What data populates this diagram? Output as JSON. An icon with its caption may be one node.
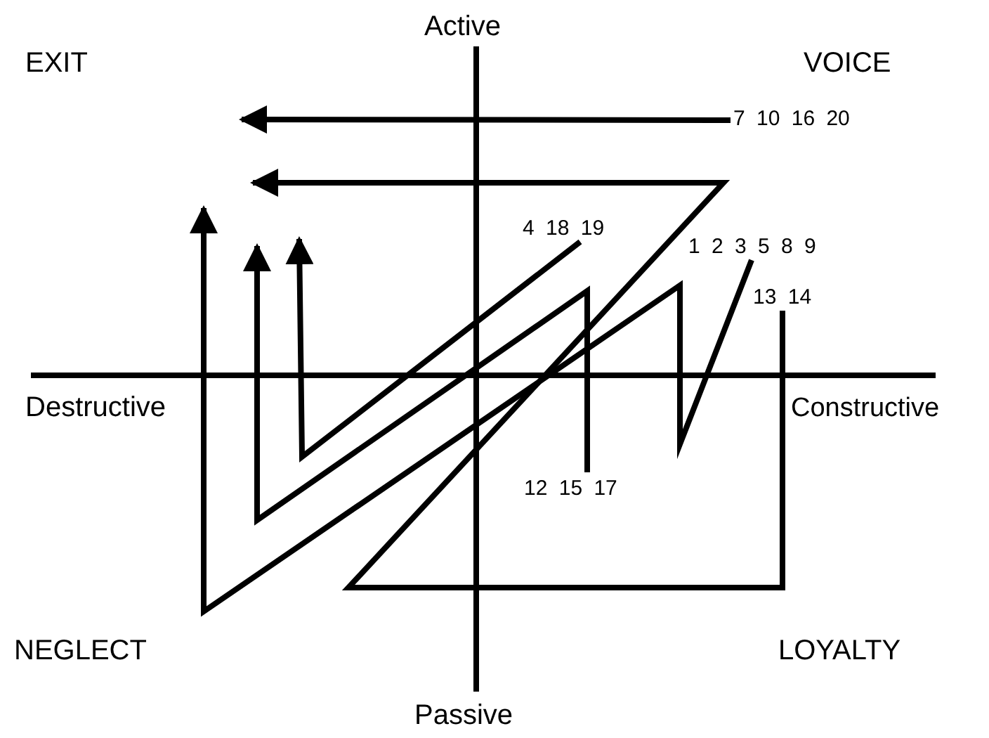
{
  "diagram": {
    "nodes": [
      {
        "text": [
          "7 10 16 20"
        ]
      },
      {
        "text": [
          "4 18 19"
        ]
      },
      {
        "text": [
          "1 2 3 5 8 9"
        ]
      },
      {
        "text": [
          "13 14"
        ]
      },
      {
        "text": [
          "12 15 17"
        ]
      }
    ],
    "edges": [
      {
        "from": 0,
        "to": null,
        "arrow": "to"
      },
      {
        "from": 3,
        "to": null,
        "arrow": "to"
      },
      {
        "from": 2,
        "to": null,
        "arrow": "to"
      },
      {
        "from": 4,
        "to": null,
        "arrow": "to"
      },
      {
        "from": 1,
        "to": null,
        "arrow": "to"
      }
    ],
    "labels": [
      "Active",
      "EXIT",
      "VOICE",
      "Destructive",
      "Constructive",
      "NEGLECT",
      "LOYALTY",
      "Passive"
    ]
  }
}
